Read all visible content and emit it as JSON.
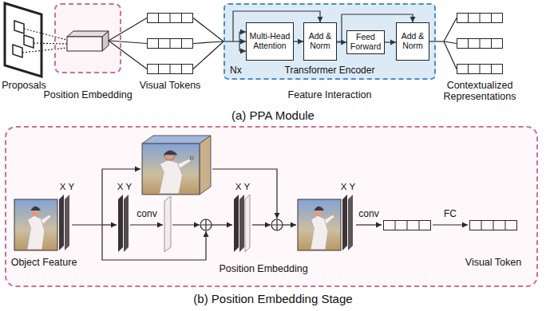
{
  "diagram": {
    "nodes": [
      {
        "text": [
          "Position Embedding"
        ]
      },
      {
        "text": [
          "Nx",
          "Transformer Encoder",
          "Feature Interaction"
        ]
      },
      {
        "text": [
          "Multi-Head Attention"
        ],
        "in": 1
      },
      {
        "text": [
          "Add & Norm"
        ],
        "in": 1
      },
      {
        "text": [
          "Feed Forward"
        ],
        "in": 1
      },
      {
        "text": [
          "Add & Norm"
        ],
        "in": 1
      },
      {
        "text": [
          "X Y",
          "X Y",
          "X Y",
          "X Y",
          "conv",
          "conv",
          "FC",
          "Object Feature",
          "Position Embedding",
          "Visual Token"
        ]
      }
    ],
    "edges": [
      {
        "from": 2,
        "to": 3,
        "arrow": "to"
      },
      {
        "from": 3,
        "to": 4,
        "arrow": "to"
      },
      {
        "from": 4,
        "to": 5,
        "arrow": "to"
      },
      {
        "from": 3,
        "to": 5,
        "arrow": "to"
      }
    ],
    "labels": [
      "Proposals",
      "Visual Tokens",
      "Contextualized Representations",
      "(a) PPA Module",
      "(b) Position Embedding Stage"
    ]
  }
}
